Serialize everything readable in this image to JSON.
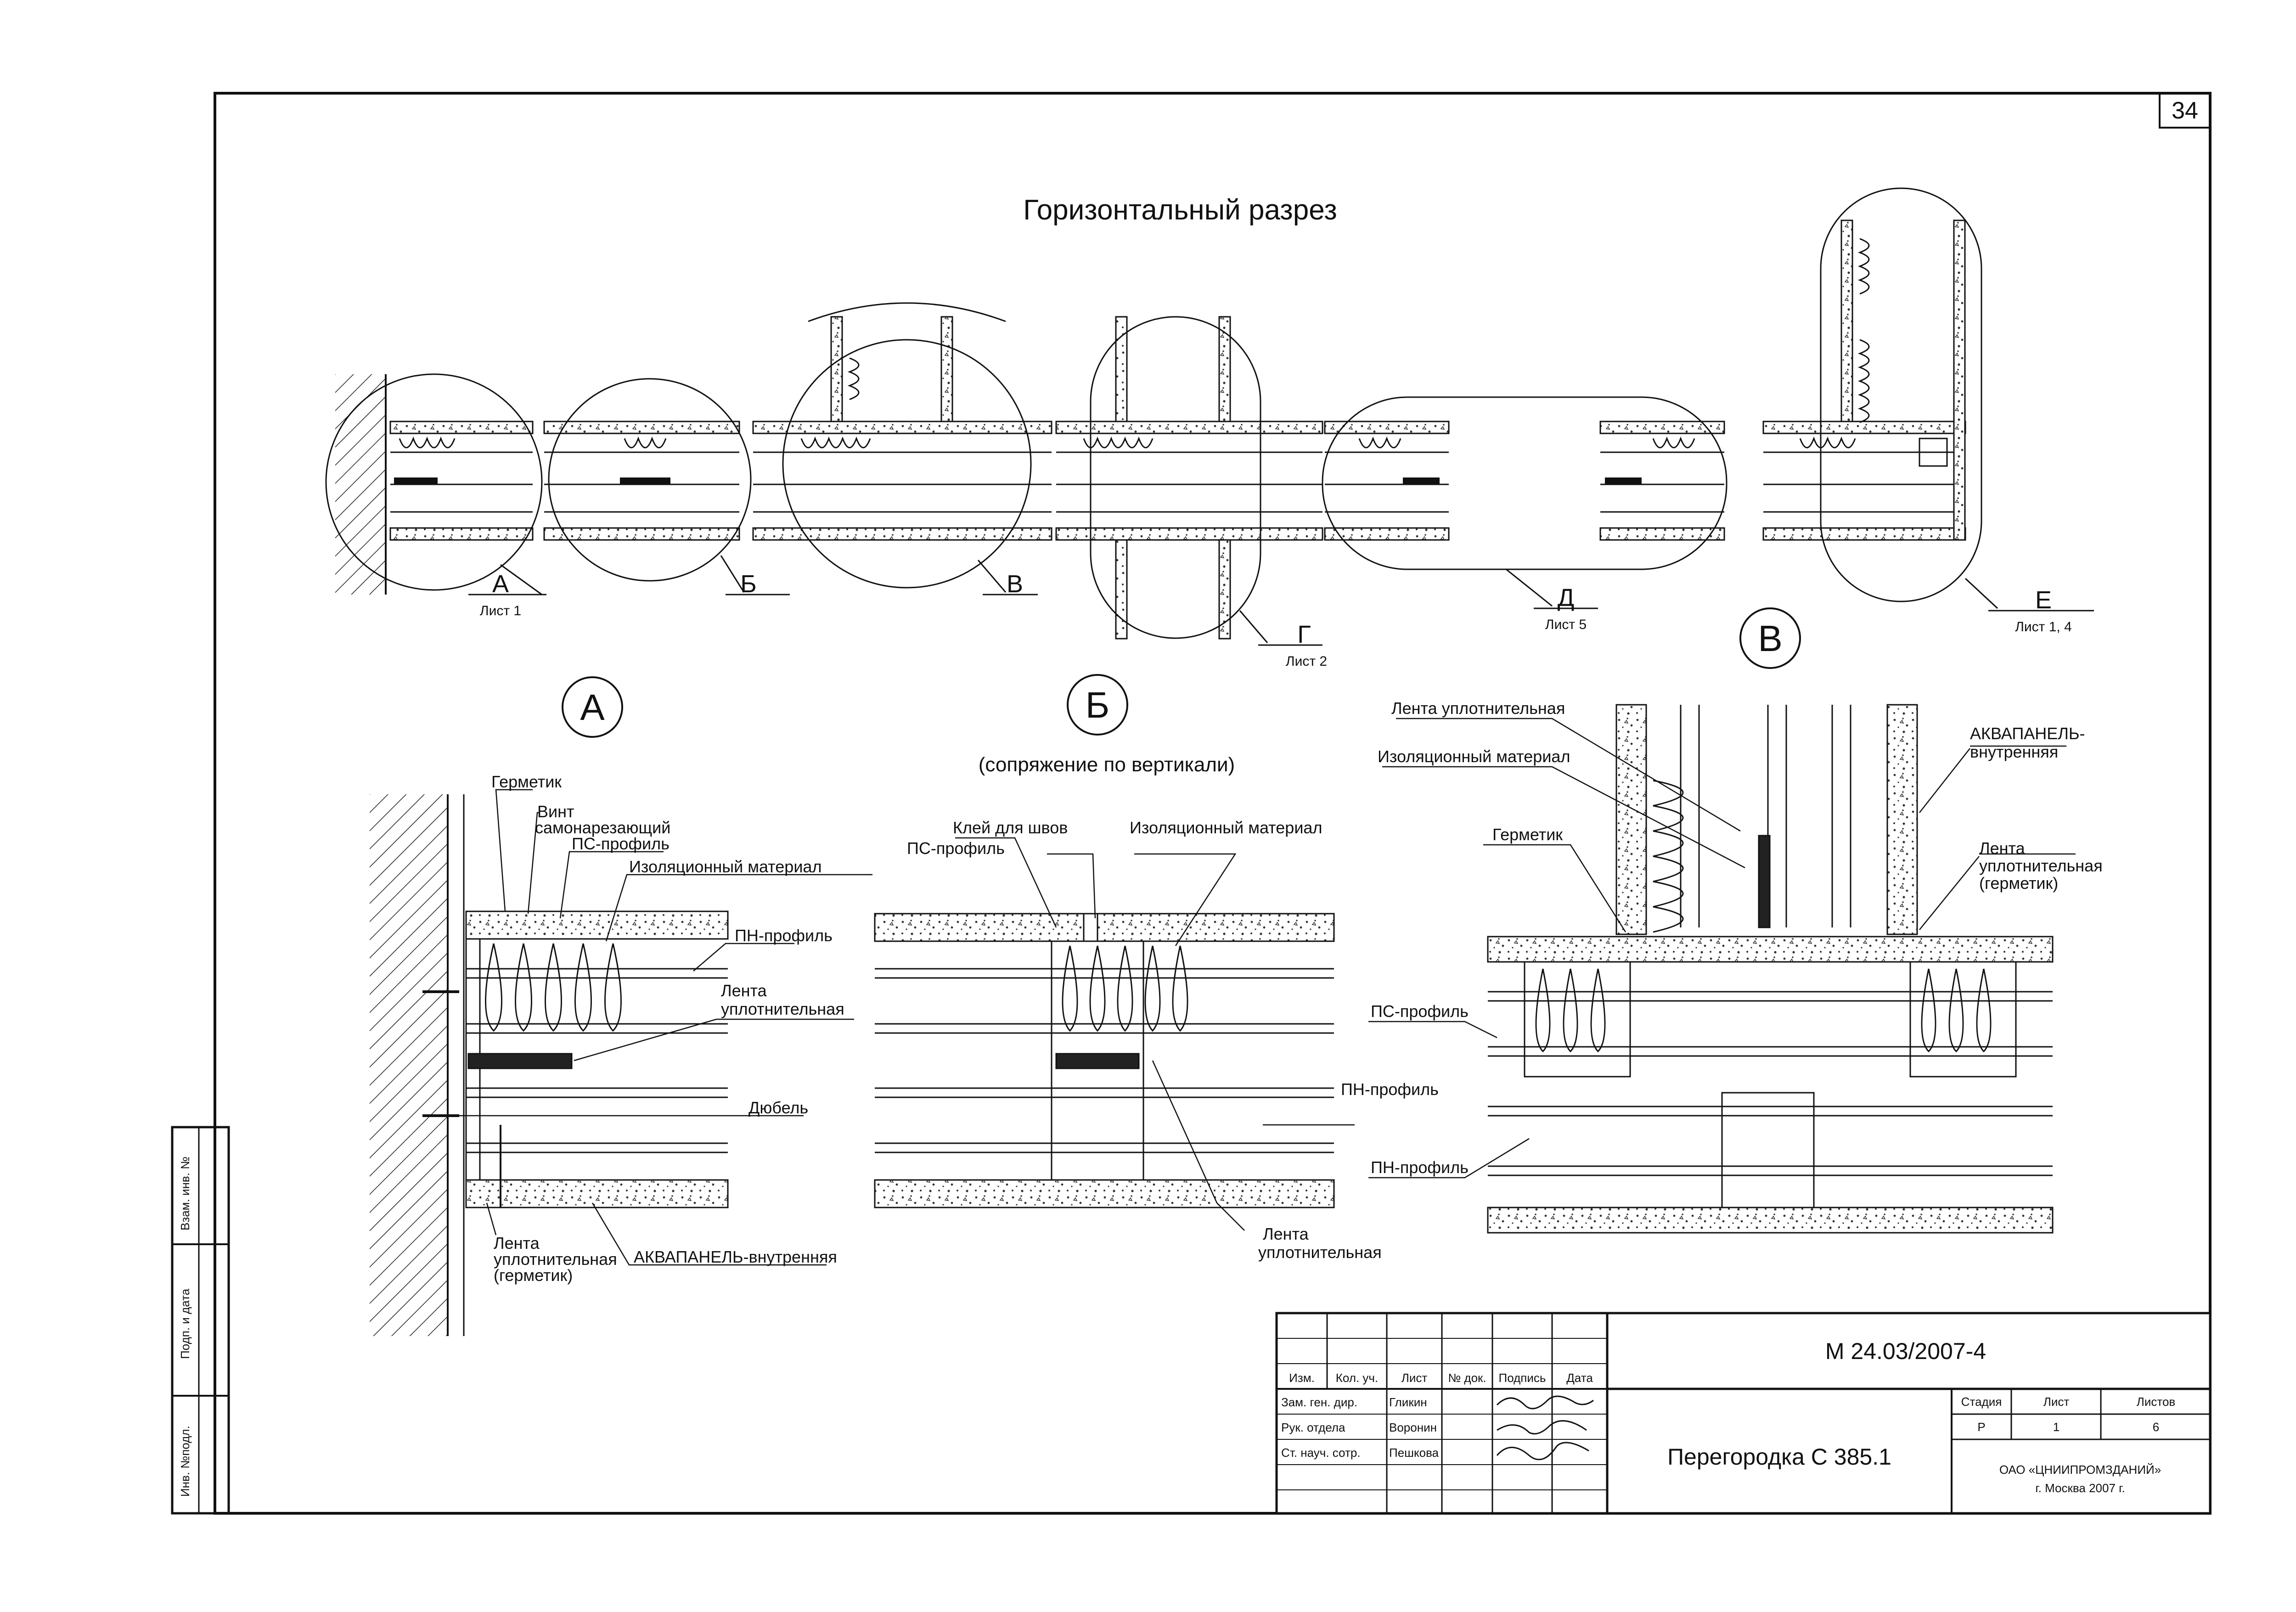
{
  "sheet": {
    "number": "34",
    "title": "Горизонтальный разрез"
  },
  "plan": {
    "markers": [
      {
        "id": "A",
        "letter": "А",
        "ref": "Лист 1"
      },
      {
        "id": "B",
        "letter": "Б",
        "ref": ""
      },
      {
        "id": "V",
        "letter": "В",
        "ref": ""
      },
      {
        "id": "G",
        "letter": "Г",
        "ref": "Лист 2"
      },
      {
        "id": "D",
        "letter": "Д",
        "ref": "Лист 5"
      },
      {
        "id": "E",
        "letter": "Е",
        "ref": "Лист 1, 4"
      }
    ]
  },
  "details": {
    "a": {
      "mark": "А",
      "labels": {
        "germetik": "Герметик",
        "vint": "Винт",
        "samonarez": "самонарезающий",
        "ps": "ПС-профиль",
        "izol": "Изоляционный материал",
        "pn": "ПН-профиль",
        "lenta1": "Лента",
        "lenta2": "уплотнительная",
        "dubel": "Дюбель",
        "lentaB1": "Лента",
        "lentaB2": "уплотнительная",
        "lentaB3": "(герметик)",
        "akva": "АКВАПАНЕЛЬ-внутренняя"
      }
    },
    "b": {
      "mark": "Б",
      "subtitle": "(сопряжение по вертикали)",
      "labels": {
        "klei": "Клей для швов",
        "izol": "Изоляционный материал",
        "ps": "ПС-профиль",
        "pn": "ПН-профиль",
        "lenta1": "Лента",
        "lenta2": "уплотнительная"
      }
    },
    "v": {
      "mark": "В",
      "labels": {
        "lenta": "Лента уплотнительная",
        "izol": "Изоляционный материал",
        "akva1": "АКВАПАНЕЛЬ-",
        "akva2": "внутренняя",
        "germetik": "Герметик",
        "lentaG1": "Лента",
        "lentaG2": "уплотнительная",
        "lentaG3": "(герметик)",
        "ps": "ПС-профиль",
        "pn": "ПН-профиль"
      }
    }
  },
  "side_stamp": [
    "Взам. инв. №",
    "Подп. и дата",
    "Инв. №подл."
  ],
  "title_block": {
    "headers": [
      "Изм.",
      "Кол. уч.",
      "Лист",
      "№ док.",
      "Подпись",
      "Дата"
    ],
    "rows": [
      {
        "role": "Зам. ген. дир.",
        "name": "Гликин"
      },
      {
        "role": "Рук. отдела",
        "name": "Воронин"
      },
      {
        "role": "Ст. науч. сотр.",
        "name": "Пешкова"
      }
    ],
    "code": "М 24.03/2007-4",
    "name": "Перегородка С 385.1",
    "stage_header": "Стадия",
    "sheet_header": "Лист",
    "sheets_header": "Листов",
    "stage": "Р",
    "sheet": "1",
    "sheets": "6",
    "org1": "ОАО «ЦНИИПРОМЗДАНИЙ»",
    "org2": "г. Москва 2007 г."
  }
}
